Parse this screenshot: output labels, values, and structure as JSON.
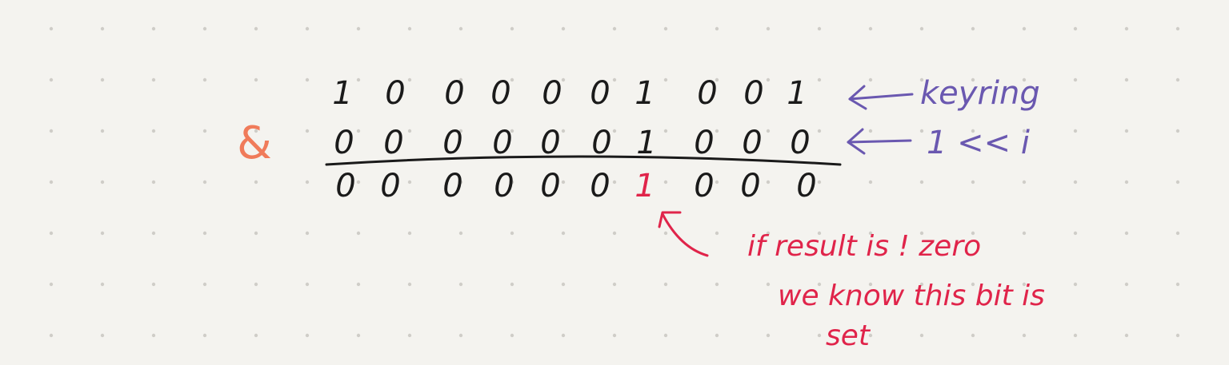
{
  "operator": {
    "symbol": "&",
    "color": "#f07b5a"
  },
  "rows": [
    {
      "id": "keyring",
      "bits": [
        "1",
        "0",
        "0",
        "0",
        "0",
        "0",
        "1",
        "0",
        "0",
        "1"
      ],
      "label": "keyring",
      "label_color": "#6a58b0"
    },
    {
      "id": "mask",
      "bits": [
        "0",
        "0",
        "0",
        "0",
        "0",
        "0",
        "1",
        "0",
        "0",
        "0"
      ],
      "label": "1 << i",
      "label_color": "#6a58b0"
    },
    {
      "id": "result",
      "bits": [
        "0",
        "0",
        "0",
        "0",
        "0",
        "0",
        "1",
        "0",
        "0",
        "0"
      ],
      "highlight_index": 6,
      "highlight_color": "#e0244a"
    }
  ],
  "annotation": {
    "lines": [
      "if result is ! zero",
      "we know this bit is",
      "set"
    ],
    "color": "#e0244a"
  },
  "colors": {
    "background": "#f4f3ef",
    "dot": "#cfcdc8",
    "ink": "#1a1a1a"
  }
}
